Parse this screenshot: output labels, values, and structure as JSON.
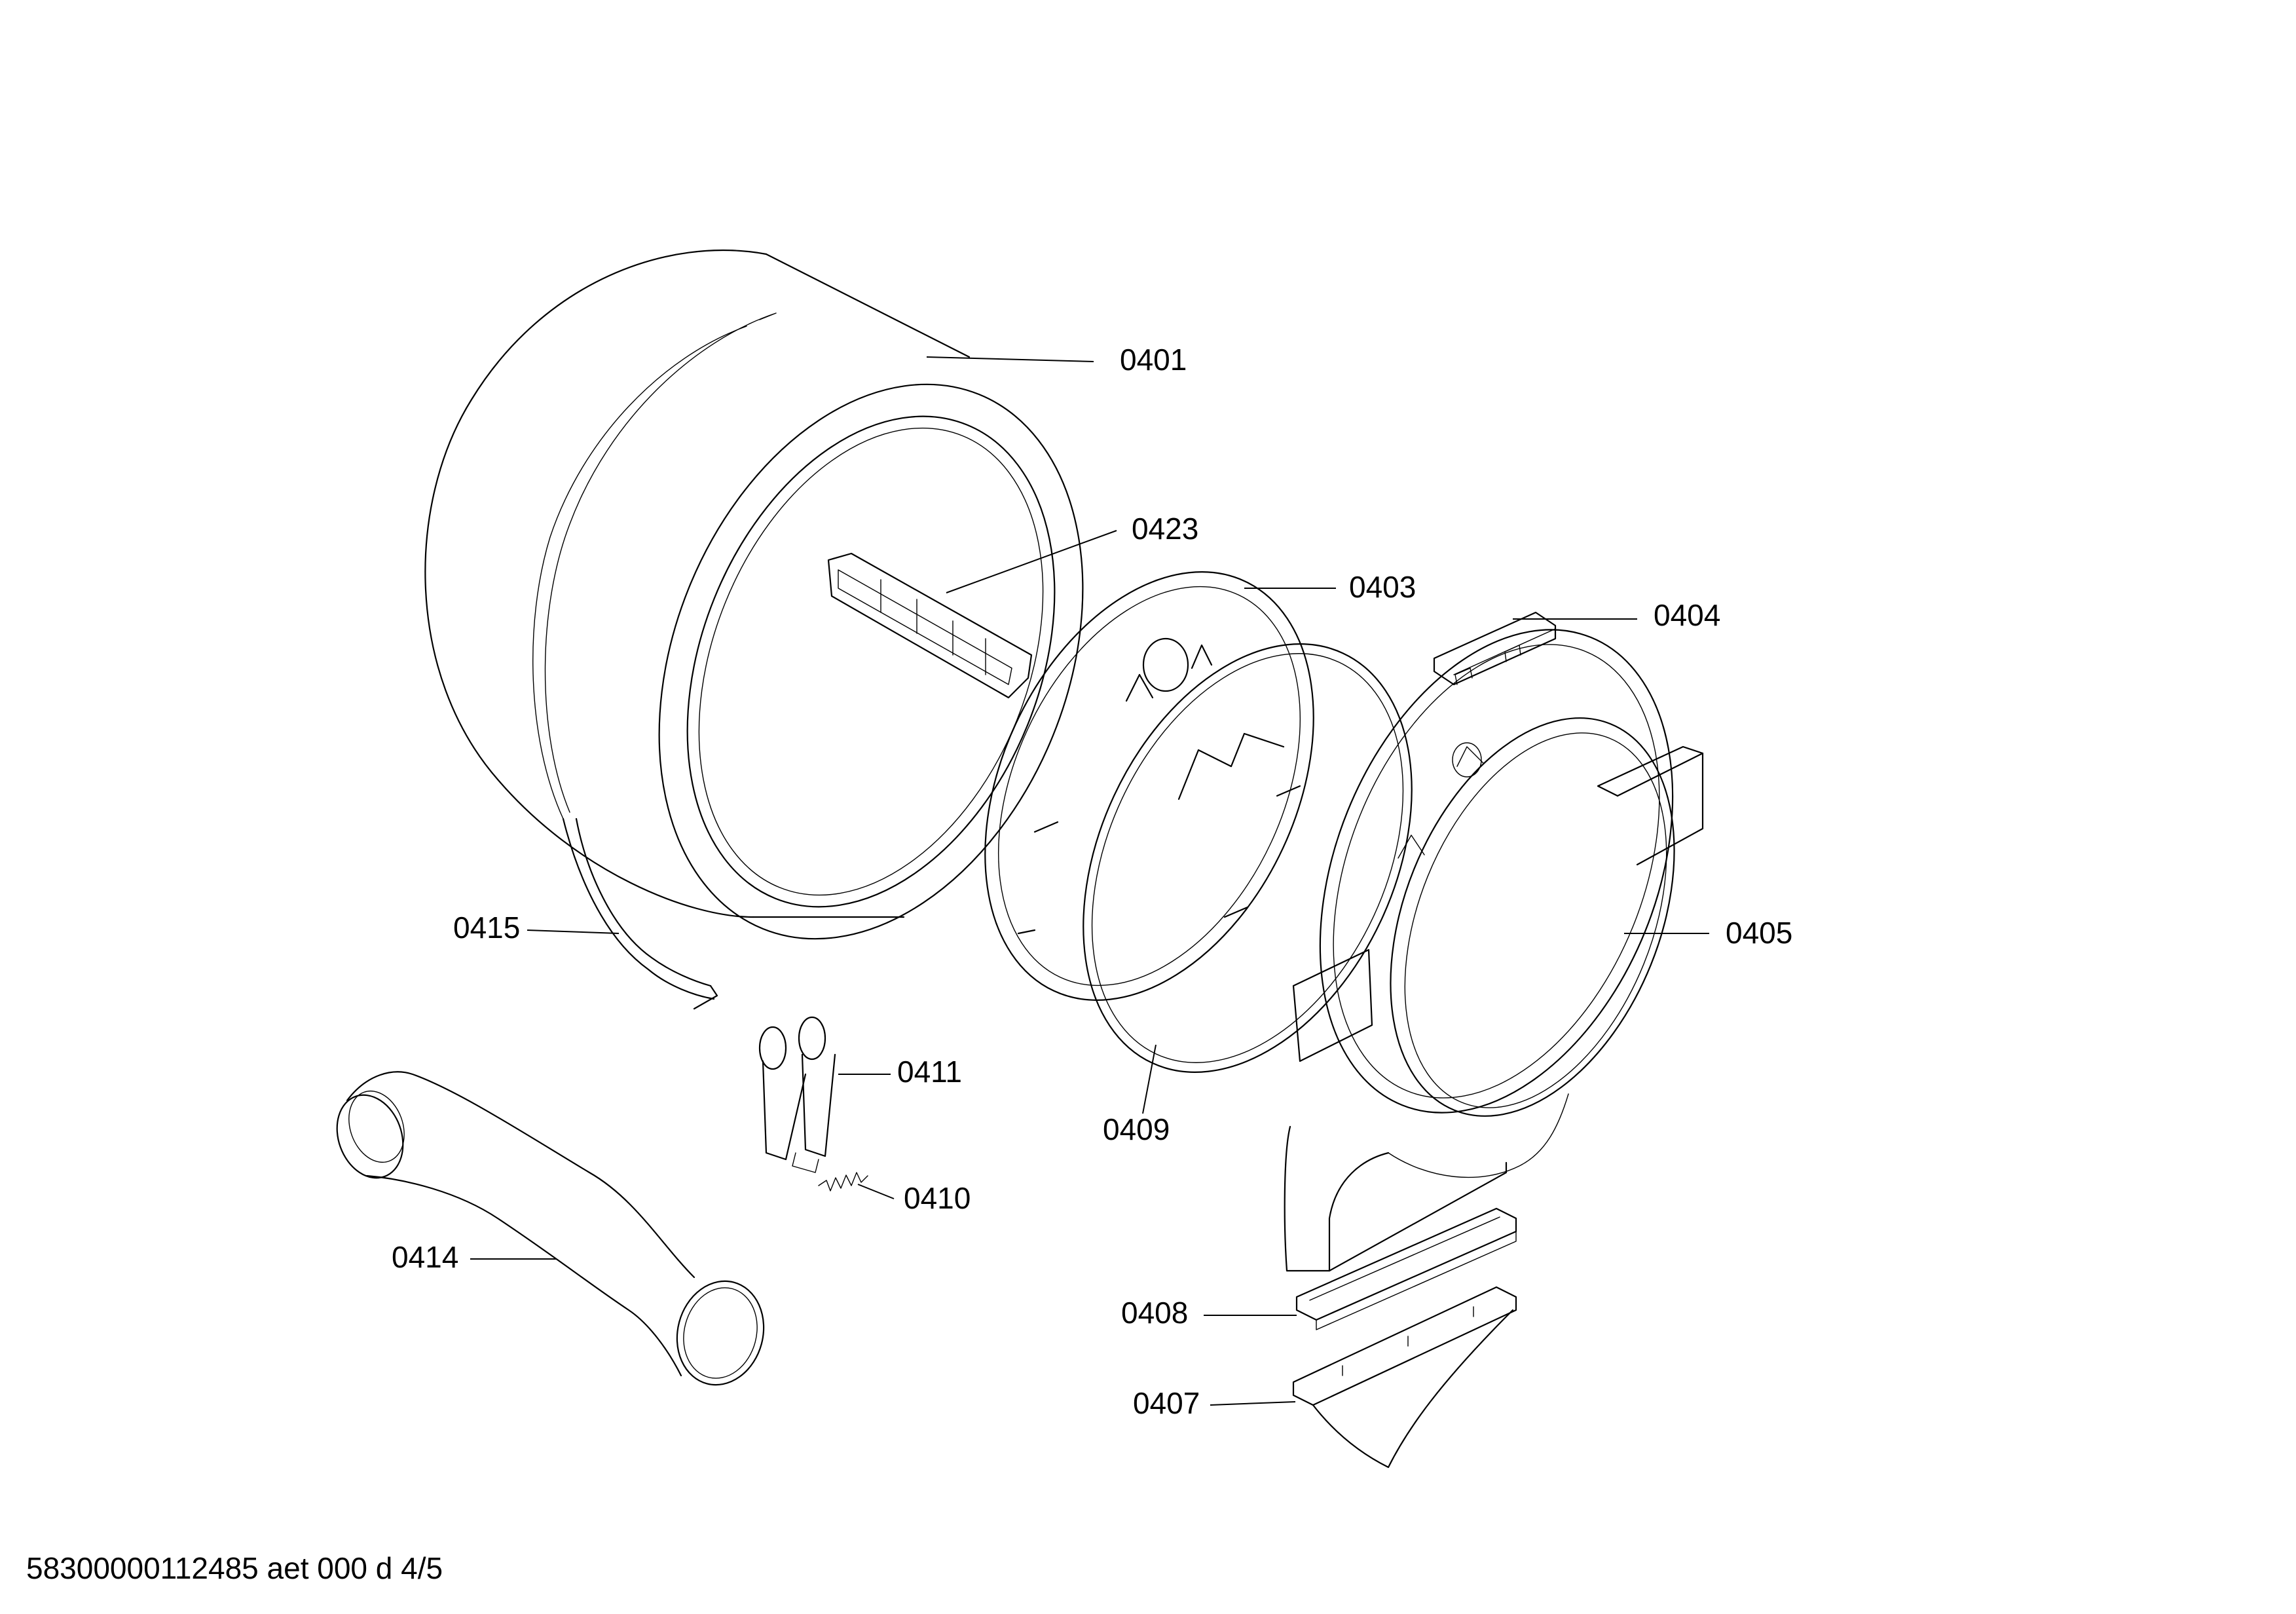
{
  "callouts": [
    {
      "id": "0401",
      "label": "0401"
    },
    {
      "id": "0423",
      "label": "0423"
    },
    {
      "id": "0403",
      "label": "0403"
    },
    {
      "id": "0404",
      "label": "0404"
    },
    {
      "id": "0405",
      "label": "0405"
    },
    {
      "id": "0415",
      "label": "0415"
    },
    {
      "id": "0411",
      "label": "0411"
    },
    {
      "id": "0409",
      "label": "0409"
    },
    {
      "id": "0410",
      "label": "0410"
    },
    {
      "id": "0414",
      "label": "0414"
    },
    {
      "id": "0408",
      "label": "0408"
    },
    {
      "id": "0407",
      "label": "0407"
    }
  ],
  "footer": {
    "text": "58300000112485 aet 000 d 4/5"
  }
}
